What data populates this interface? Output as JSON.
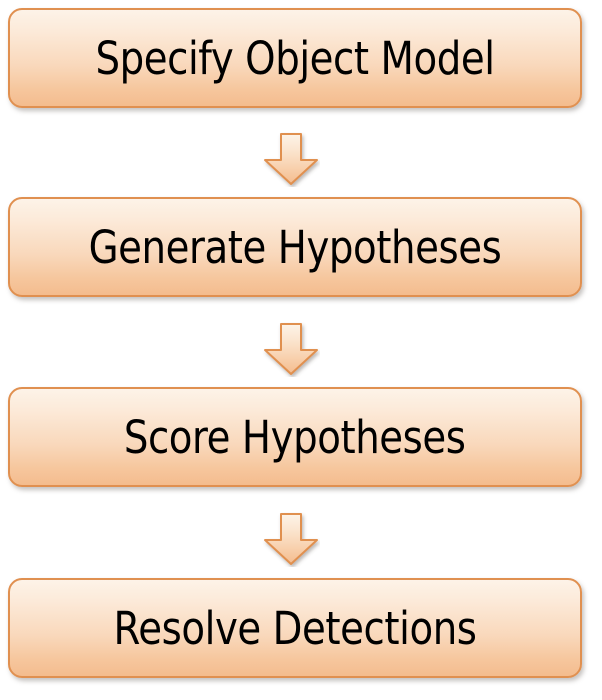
{
  "diagram": {
    "title": "Object Detection Pipeline Flowchart",
    "orientation": "vertical top-to-bottom",
    "background_color": "#ffffff",
    "style": {
      "node_fill_top": "#fdf3e8",
      "node_fill_bottom": "#f4bc8e",
      "node_border_color": "#e09050",
      "node_text_color": "#000000",
      "arrow_fill_top": "#fdf3e8",
      "arrow_fill_bottom": "#f4bc8e",
      "arrow_border_color": "#e09050",
      "shadow_color": "#5a504b"
    },
    "nodes": [
      {
        "id": "step-1",
        "label": "Specify Object Model",
        "order": 1
      },
      {
        "id": "step-2",
        "label": "Generate Hypotheses",
        "order": 2
      },
      {
        "id": "step-3",
        "label": "Score Hypotheses",
        "order": 3
      },
      {
        "id": "step-4",
        "label": "Resolve Detections",
        "order": 4
      }
    ],
    "connectors": [
      {
        "id": "arrow-1",
        "icon": "arrow-down-icon",
        "from": "step-1",
        "to": "step-2"
      },
      {
        "id": "arrow-2",
        "icon": "arrow-down-icon",
        "from": "step-2",
        "to": "step-3"
      },
      {
        "id": "arrow-3",
        "icon": "arrow-down-icon",
        "from": "step-3",
        "to": "step-4"
      }
    ]
  }
}
